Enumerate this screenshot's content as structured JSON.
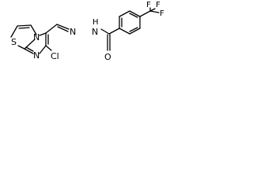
{
  "molecule": {
    "atoms": {
      "s": "S",
      "n_imidazole": "N",
      "n_bridge": "N",
      "cl": "Cl",
      "n_hydrazone_1": "N",
      "n_hydrazone_2": "N",
      "h": "H",
      "o": "O",
      "f1": "F",
      "f2": "F",
      "f3": "F"
    }
  }
}
